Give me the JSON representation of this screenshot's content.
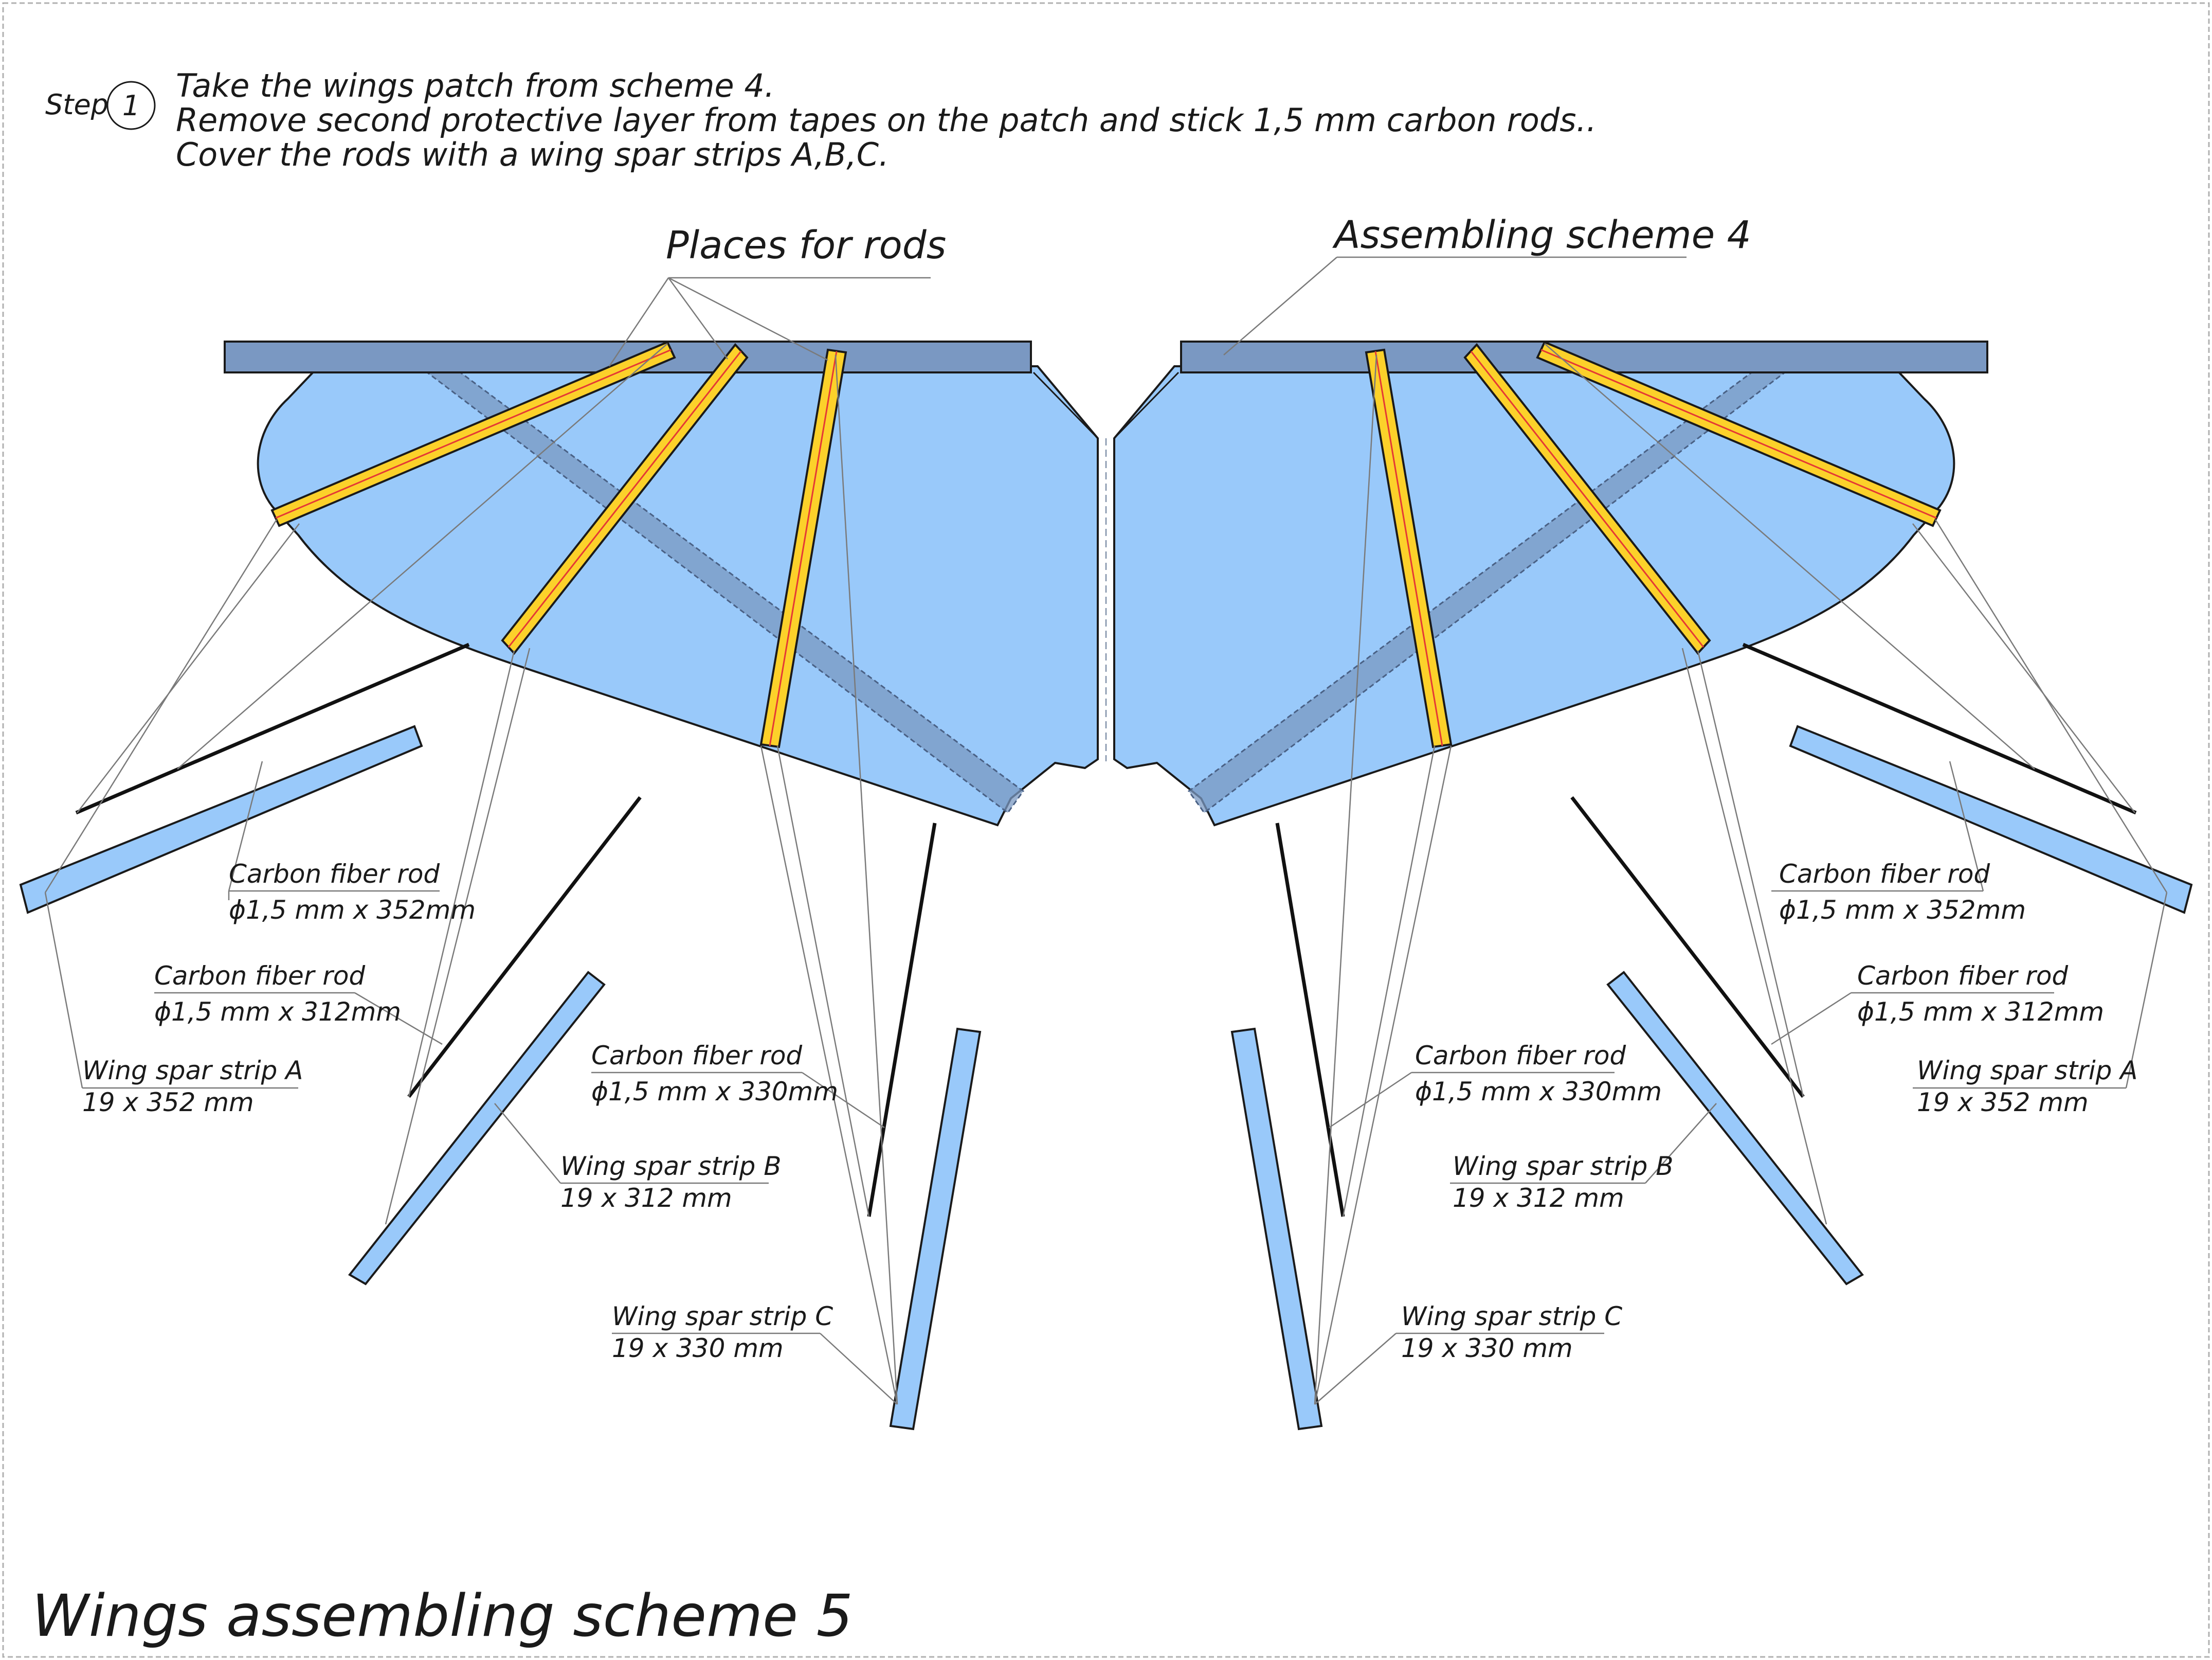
{
  "title": "Wings assembling scheme 5",
  "step": {
    "word": "Step",
    "number": "1",
    "lines": [
      "Take the wings patch from scheme 4.",
      "Remove second protective layer from tapes on the patch and stick 1,5 mm carbon rods..",
      "Cover the rods with a wing spar strips A,B,C."
    ]
  },
  "callouts": {
    "places_for_rods": "Places for rods",
    "assembling_scheme": "Assembling scheme 4"
  },
  "parts": {
    "rod_352": [
      "Carbon fiber rod",
      "ϕ1,5 mm x 352mm"
    ],
    "rod_312": [
      "Carbon fiber rod",
      "ϕ1,5 mm x 312mm"
    ],
    "rod_330": [
      "Carbon fiber rod",
      "ϕ1,5 mm x 330mm"
    ],
    "strip_a": [
      "Wing spar strip A",
      "19 x 352 mm"
    ],
    "strip_b": [
      "Wing spar strip B",
      "19 x 312 mm"
    ],
    "strip_c": [
      "Wing spar strip C",
      "19 x 330 mm"
    ]
  },
  "colors": {
    "wing_fill": "#99c9fa",
    "spar_bar": "#7a98c2",
    "spar_strip_yellow": "#fcd12a",
    "rod_line": "#e53935",
    "frame": "#b0b0b0",
    "ink": "#1a1a1a"
  }
}
